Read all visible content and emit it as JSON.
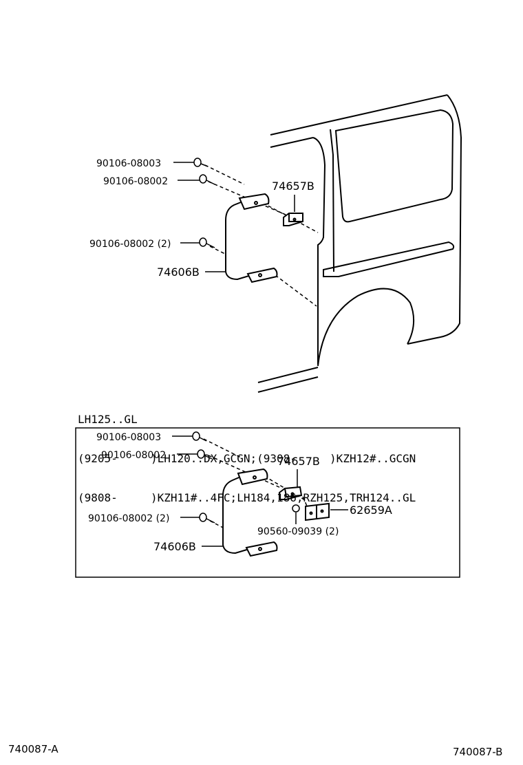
{
  "diagram_a": {
    "labels": {
      "bolt_1": "90106-08003",
      "bolt_2": "90106-08002",
      "bolt_3": "90106-08002 (2)",
      "part_striker": "74657B",
      "part_grip": "74606B"
    }
  },
  "notes": {
    "line_1": "LH125..GL",
    "line_2": "(9205-     )LH120..DX,GCGN;(9308-     )KZH12#..GCGN",
    "line_3": "(9808-     )KZH11#..4FC;LH184,186,RZH125,TRH124..GL"
  },
  "diagram_b": {
    "labels": {
      "bolt_1": "90106-08003",
      "bolt_2": "90106-08002",
      "bolt_3": "90106-08002 (2)",
      "part_striker": "74657B",
      "part_grip": "74606B",
      "part_plate": "62659A",
      "part_nut": "90560-09039 (2)"
    }
  },
  "footer": {
    "code_left": "740087-A",
    "code_right": "740087-B"
  }
}
